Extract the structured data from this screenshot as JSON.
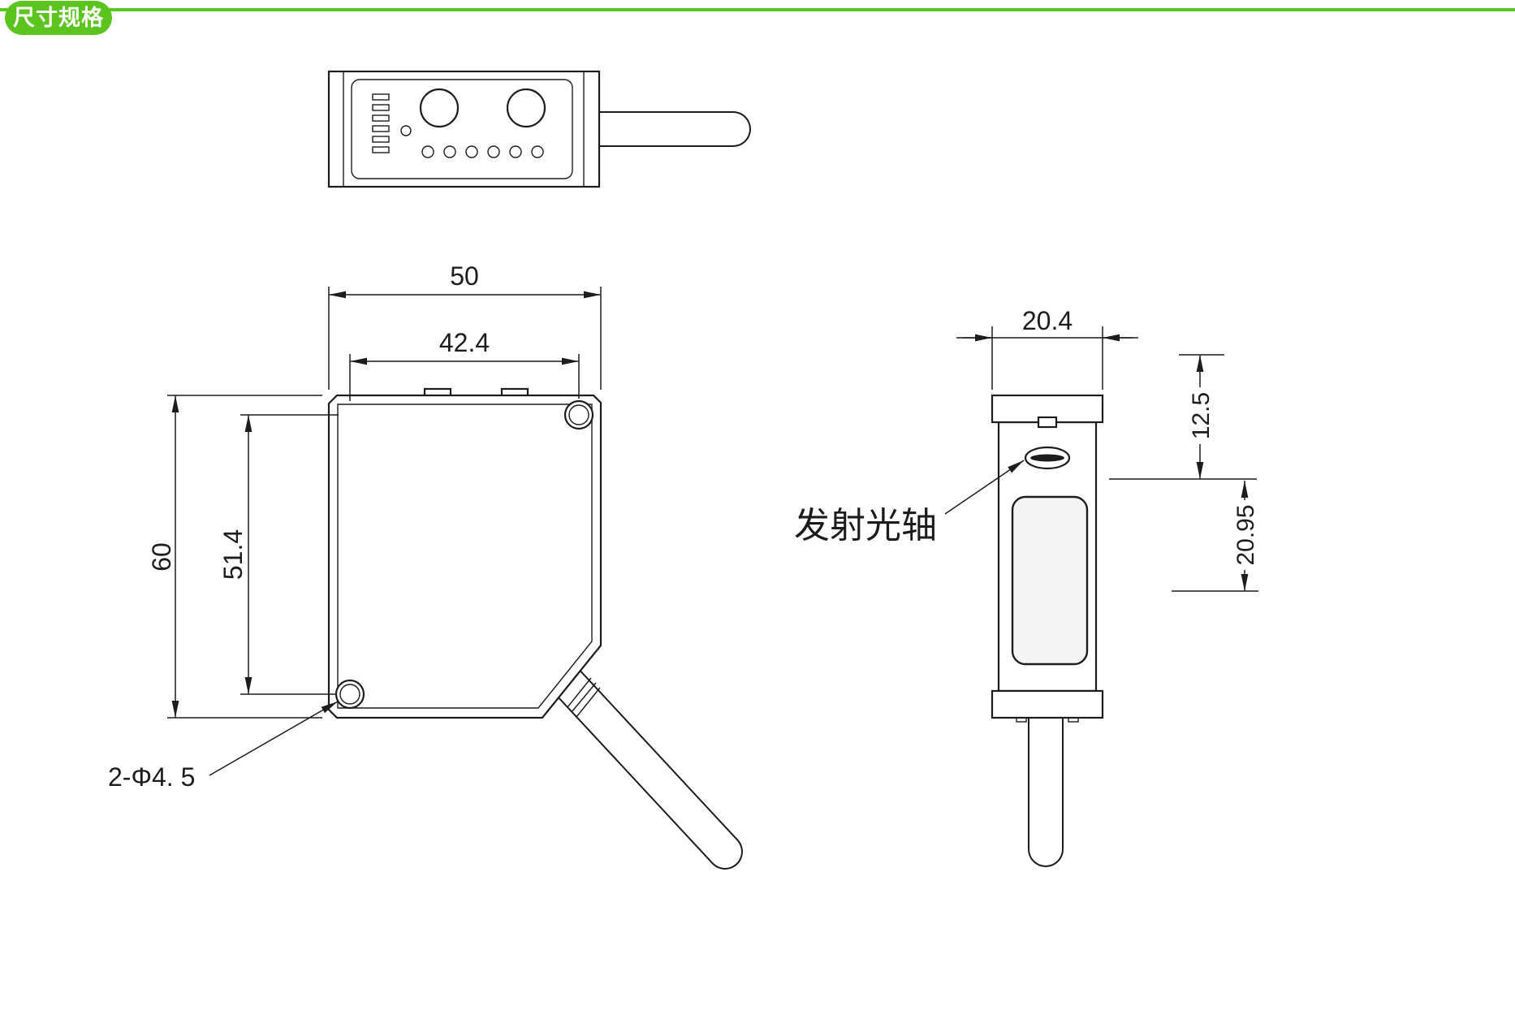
{
  "header": {
    "title": "尺寸规格"
  },
  "colors": {
    "accent_green": "#5bc41f",
    "line": "#1c1c1c"
  },
  "front_view": {
    "dim_body_width": "50",
    "dim_hole_span_x": "42.4",
    "dim_body_height": "60",
    "dim_hole_span_y": "51.4",
    "holes_label": "2-Φ4. 5"
  },
  "side_view": {
    "dim_body_depth": "20.4",
    "dim_axis_from_top": "12.5",
    "dim_window_offset": "20.95",
    "emission_axis_label": "发射光轴"
  }
}
